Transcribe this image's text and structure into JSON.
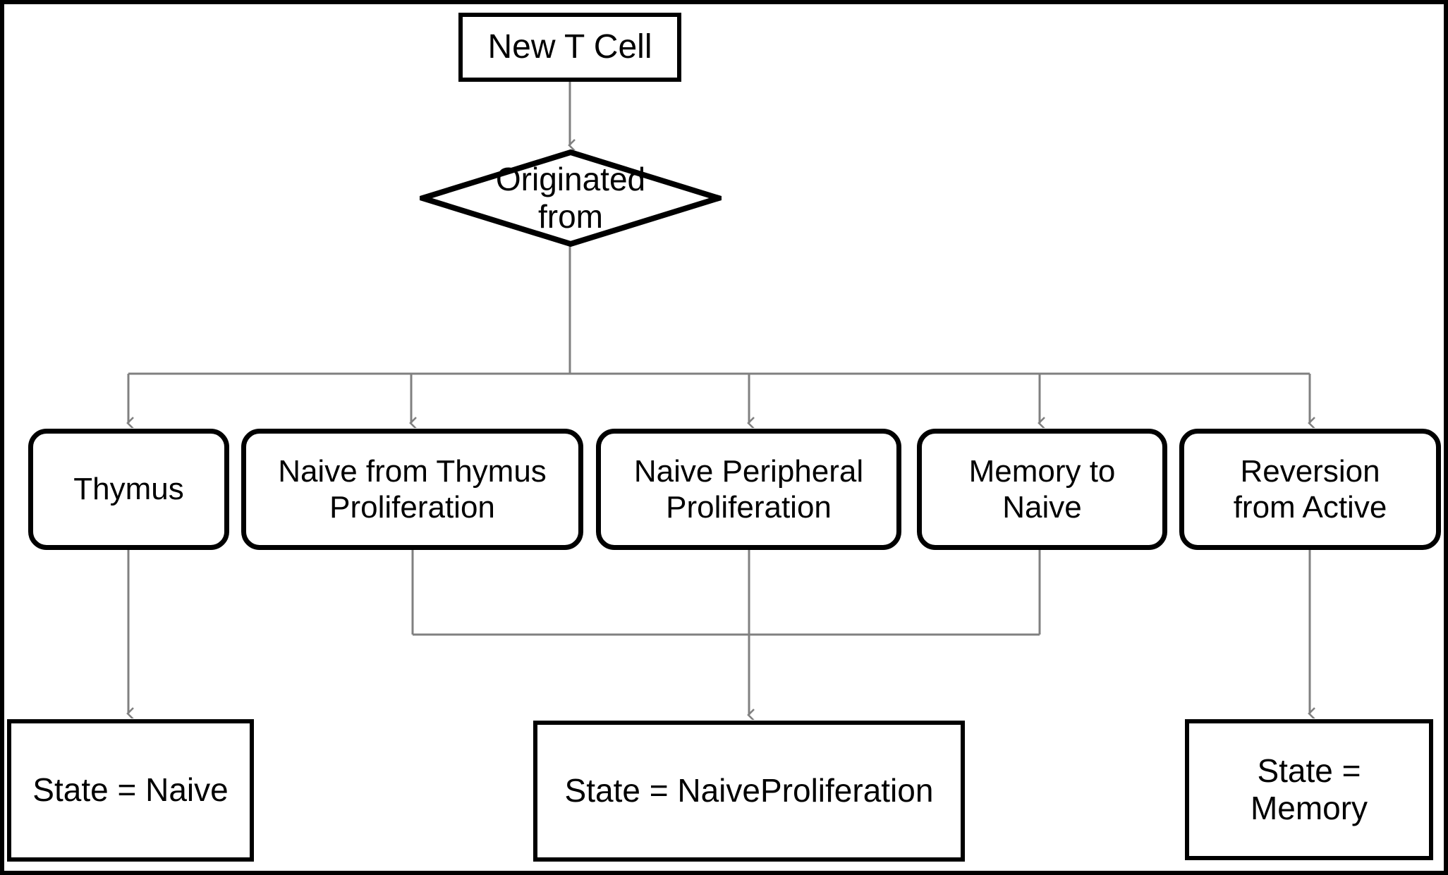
{
  "diagram": {
    "title": "New T Cell origination flowchart",
    "style": {
      "background": "#ffffff",
      "node_stroke": "#000000",
      "edge_stroke": "#808080",
      "text_color": "#000000"
    },
    "nodes": {
      "start": {
        "label": "New T Cell",
        "shape": "rectangle"
      },
      "decision": {
        "label": "Originated\nfrom",
        "shape": "diamond"
      },
      "origins": [
        {
          "id": "thymus",
          "label": "Thymus",
          "shape": "rounded-rectangle"
        },
        {
          "id": "naive-from-thymus-proliferation",
          "label": "Naive from Thymus\nProliferation",
          "shape": "rounded-rectangle"
        },
        {
          "id": "naive-peripheral-proliferation",
          "label": "Naive Peripheral\nProliferation",
          "shape": "rounded-rectangle"
        },
        {
          "id": "memory-to-naive",
          "label": "Memory to\nNaive",
          "shape": "rounded-rectangle"
        },
        {
          "id": "reversion-from-active",
          "label": "Reversion\nfrom Active",
          "shape": "rounded-rectangle"
        }
      ],
      "states": [
        {
          "id": "state-naive",
          "label": "State = Naive",
          "shape": "rectangle"
        },
        {
          "id": "state-naive-proliferation",
          "label": "State = NaiveProliferation",
          "shape": "rectangle"
        },
        {
          "id": "state-memory",
          "label": "State = Memory",
          "shape": "rectangle"
        }
      ]
    },
    "edges": [
      {
        "from": "start",
        "to": "decision",
        "arrow": true
      },
      {
        "from": "decision",
        "to": "thymus",
        "arrow": true
      },
      {
        "from": "decision",
        "to": "naive-from-thymus-proliferation",
        "arrow": true
      },
      {
        "from": "decision",
        "to": "naive-peripheral-proliferation",
        "arrow": true
      },
      {
        "from": "decision",
        "to": "memory-to-naive",
        "arrow": true
      },
      {
        "from": "decision",
        "to": "reversion-from-active",
        "arrow": true
      },
      {
        "from": "thymus",
        "to": "state-naive",
        "arrow": true
      },
      {
        "from": "naive-from-thymus-proliferation",
        "to": "state-naive-proliferation",
        "arrow": true
      },
      {
        "from": "naive-peripheral-proliferation",
        "to": "state-naive-proliferation",
        "arrow": true
      },
      {
        "from": "memory-to-naive",
        "to": "state-naive-proliferation",
        "arrow": true
      },
      {
        "from": "reversion-from-active",
        "to": "state-memory",
        "arrow": true
      }
    ]
  }
}
